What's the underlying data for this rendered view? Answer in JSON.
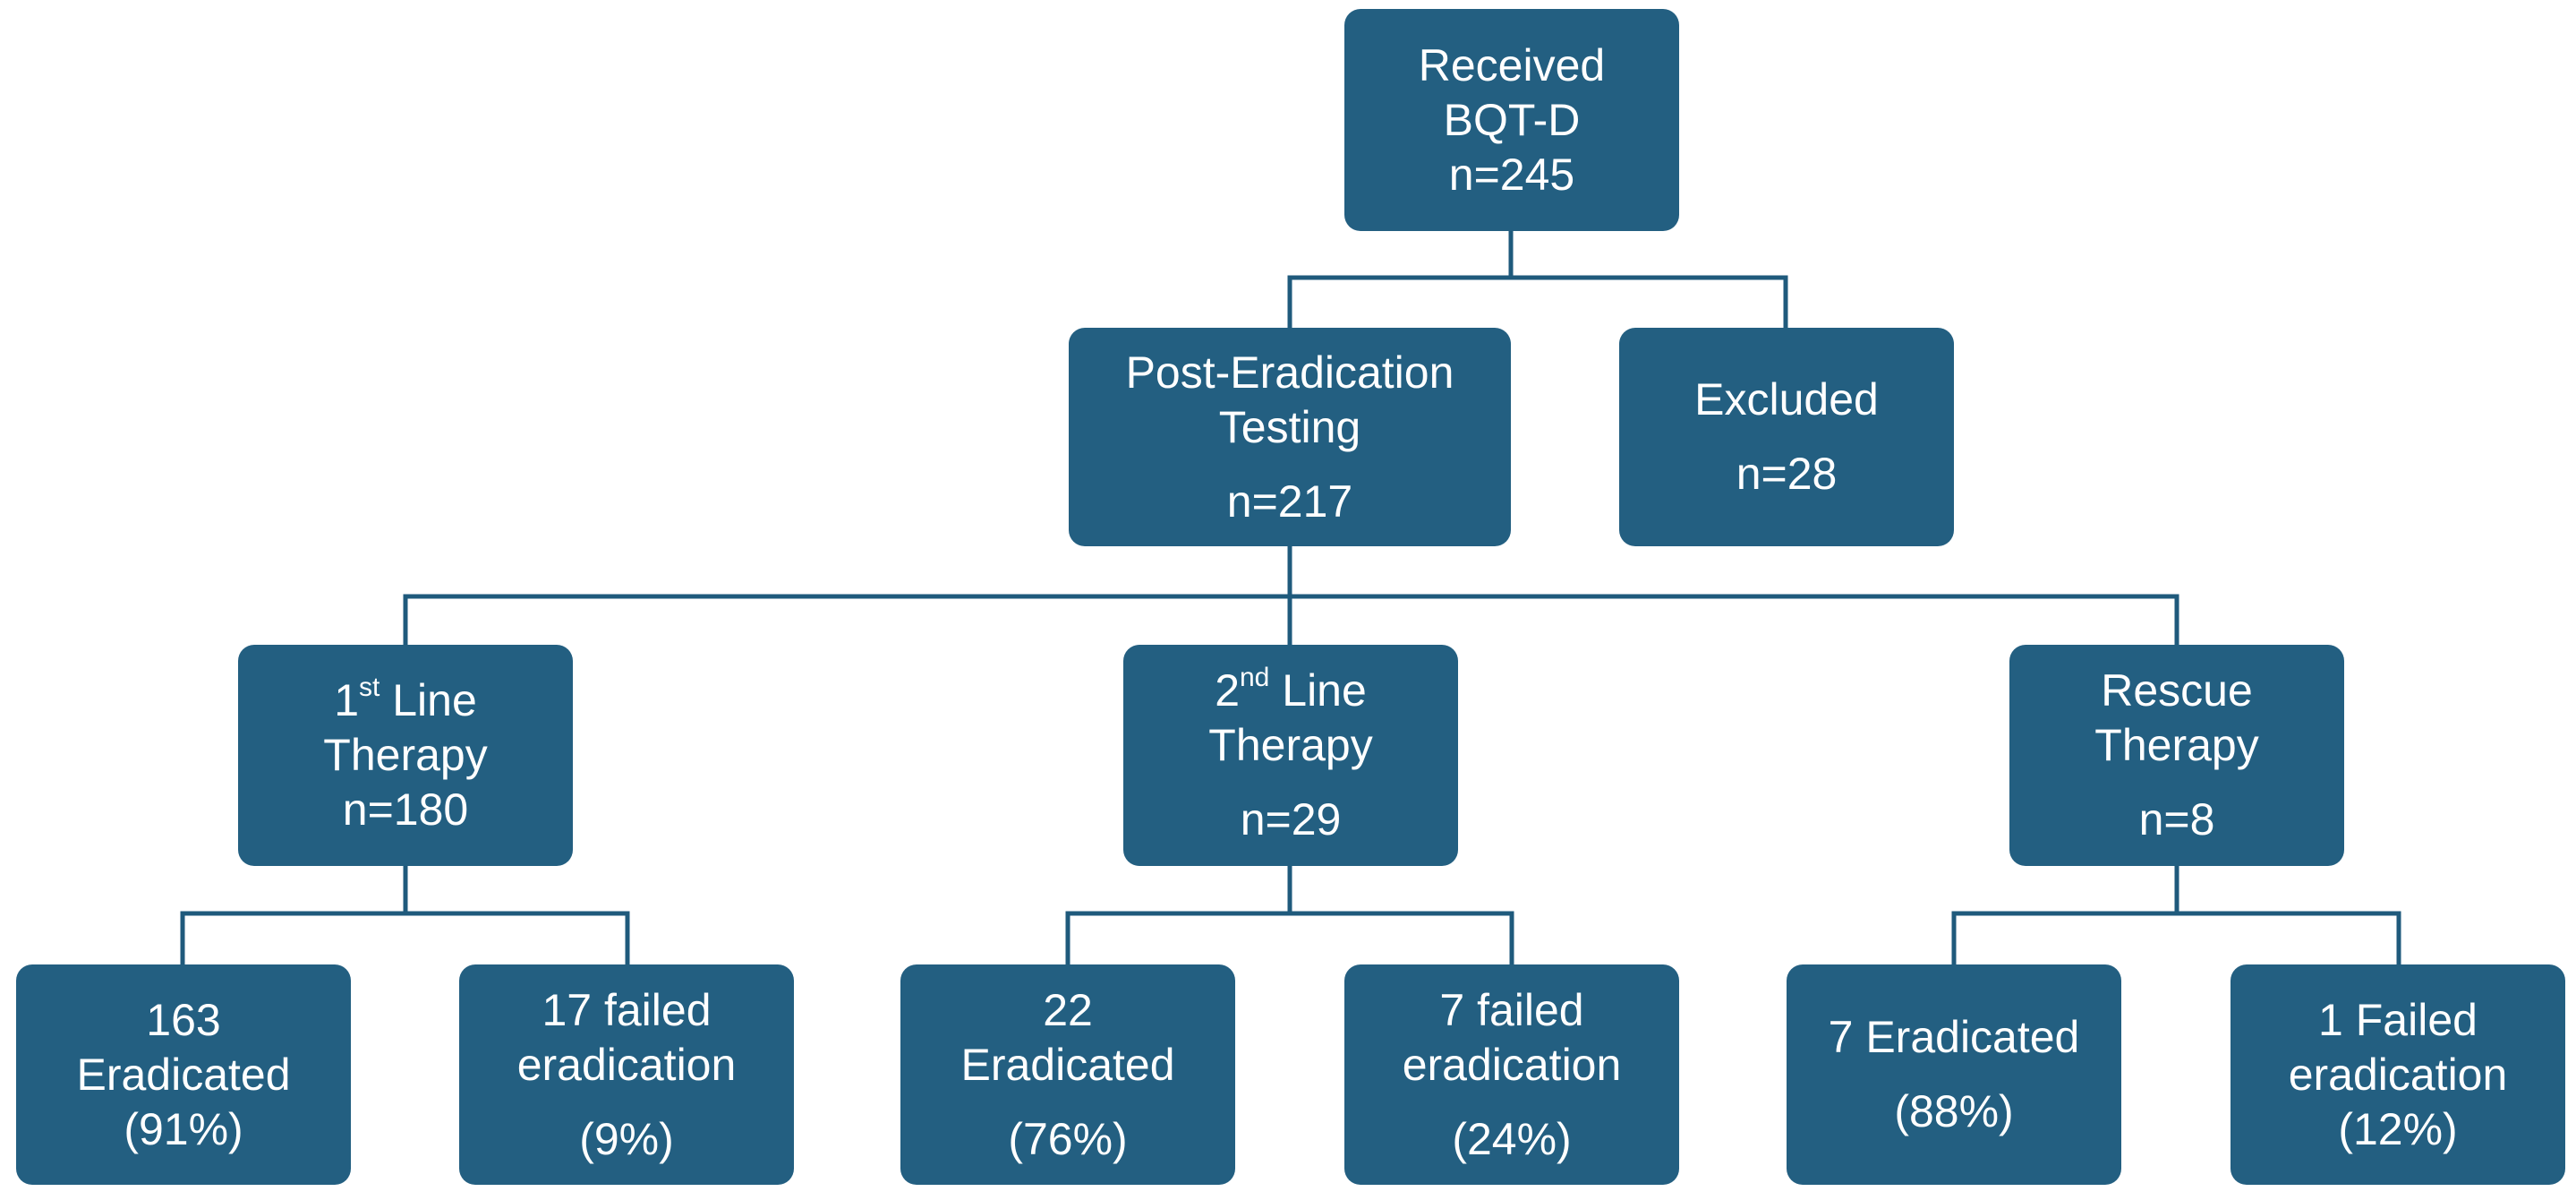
{
  "nodes": {
    "root": {
      "line1": "Received",
      "line2": "BQT-D",
      "n": "n=245"
    },
    "post": {
      "line1": "Post-Eradication",
      "line2": "Testing",
      "n": "n=217"
    },
    "excluded": {
      "line1": "Excluded",
      "n": "n=28"
    },
    "first": {
      "num": "1",
      "sup": "st",
      "suffix": " Line",
      "line2": "Therapy",
      "n": "n=180"
    },
    "second": {
      "num": "2",
      "sup": "nd",
      "suffix": " Line",
      "line2": "Therapy",
      "n": "n=29"
    },
    "rescue": {
      "line1": "Rescue",
      "line2": "Therapy",
      "n": "n=8"
    },
    "first_erad": {
      "line1": "163",
      "line2": "Eradicated",
      "pct": "(91%)"
    },
    "first_fail": {
      "line1": "17 failed",
      "line2": "eradication",
      "pct": "(9%)"
    },
    "second_erad": {
      "line1": "22",
      "line2": "Eradicated",
      "pct": "(76%)"
    },
    "second_fail": {
      "line1": "7 failed",
      "line2": "eradication",
      "pct": "(24%)"
    },
    "rescue_erad": {
      "line1": "7 Eradicated",
      "pct": "(88%)"
    },
    "rescue_fail": {
      "line1": "1 Failed",
      "line2": "eradication",
      "pct": "(12%)"
    }
  },
  "colors": {
    "box": "#235f81",
    "connector": "#1f5a7c",
    "text": "#ffffff"
  }
}
